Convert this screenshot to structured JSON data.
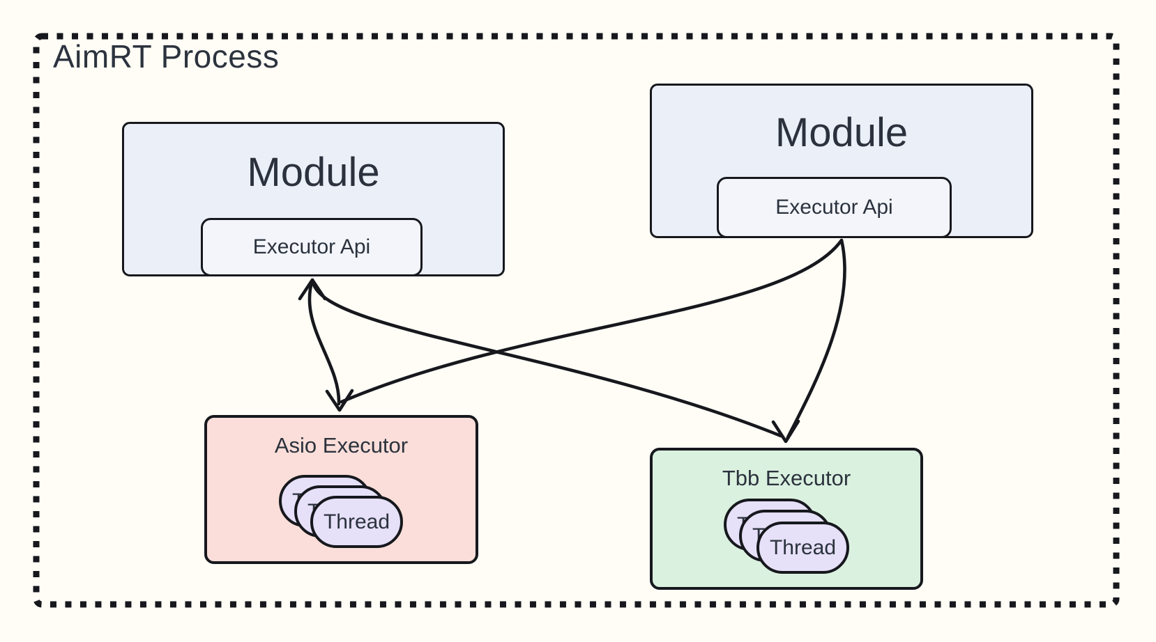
{
  "title": "AimRT Process",
  "modules": [
    {
      "label": "Module",
      "api": "Executor Api"
    },
    {
      "label": "Module",
      "api": "Executor Api"
    }
  ],
  "executors": [
    {
      "title": "Asio Executor",
      "threads": [
        "Thread",
        "Thread",
        "Thread"
      ]
    },
    {
      "title": "Tbb Executor",
      "threads": [
        "Thread",
        "Thread",
        "Thread"
      ]
    }
  ],
  "connections": [
    {
      "from": "module-1-executor-api",
      "to": "asio-executor",
      "arrow_head_at": "asio-executor"
    },
    {
      "from": "module-2-executor-api",
      "to": "asio-executor",
      "arrow_head_at": "asio-executor"
    },
    {
      "from": "module-2-executor-api",
      "to": "tbb-executor",
      "arrow_head_at": "tbb-executor"
    },
    {
      "from": "module-1-executor-api",
      "to": "tbb-executor",
      "arrow_head_at": "both-ends"
    }
  ],
  "colors": {
    "ink": "#16181d",
    "text": "#2b323d",
    "background": "#fffdf6",
    "module_fill": "#ebeff8",
    "api_fill": "#f3f5fb",
    "asio_fill": "#fbded9",
    "tbb_fill": "#dbf1e0",
    "thread_fill": "#e6e0f8"
  }
}
